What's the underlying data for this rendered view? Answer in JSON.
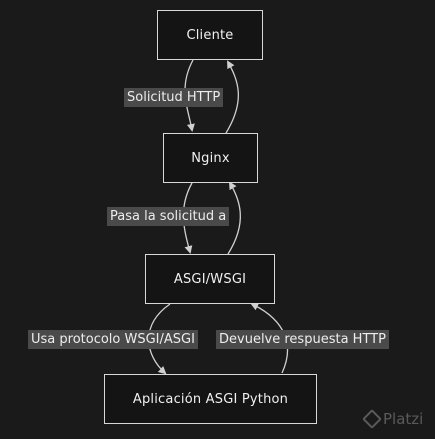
{
  "nodes": {
    "cliente": "Cliente",
    "nginx": "Nginx",
    "asgi_wsgi": "ASGI/WSGI",
    "app": "Aplicación ASGI Python"
  },
  "edges": {
    "solicitud_http": "Solicitud HTTP",
    "pasa_solicitud": "Pasa la solicitud a",
    "usa_protocolo": "Usa protocolo WSGI/ASGI",
    "devuelve_respuesta": "Devuelve respuesta HTTP"
  },
  "watermark": "Platzi",
  "colors": {
    "background": "#1a1a1a",
    "node_border": "#d8d8d8",
    "edge": "#d0d0d0",
    "label_bg": "#4a4a4a"
  }
}
